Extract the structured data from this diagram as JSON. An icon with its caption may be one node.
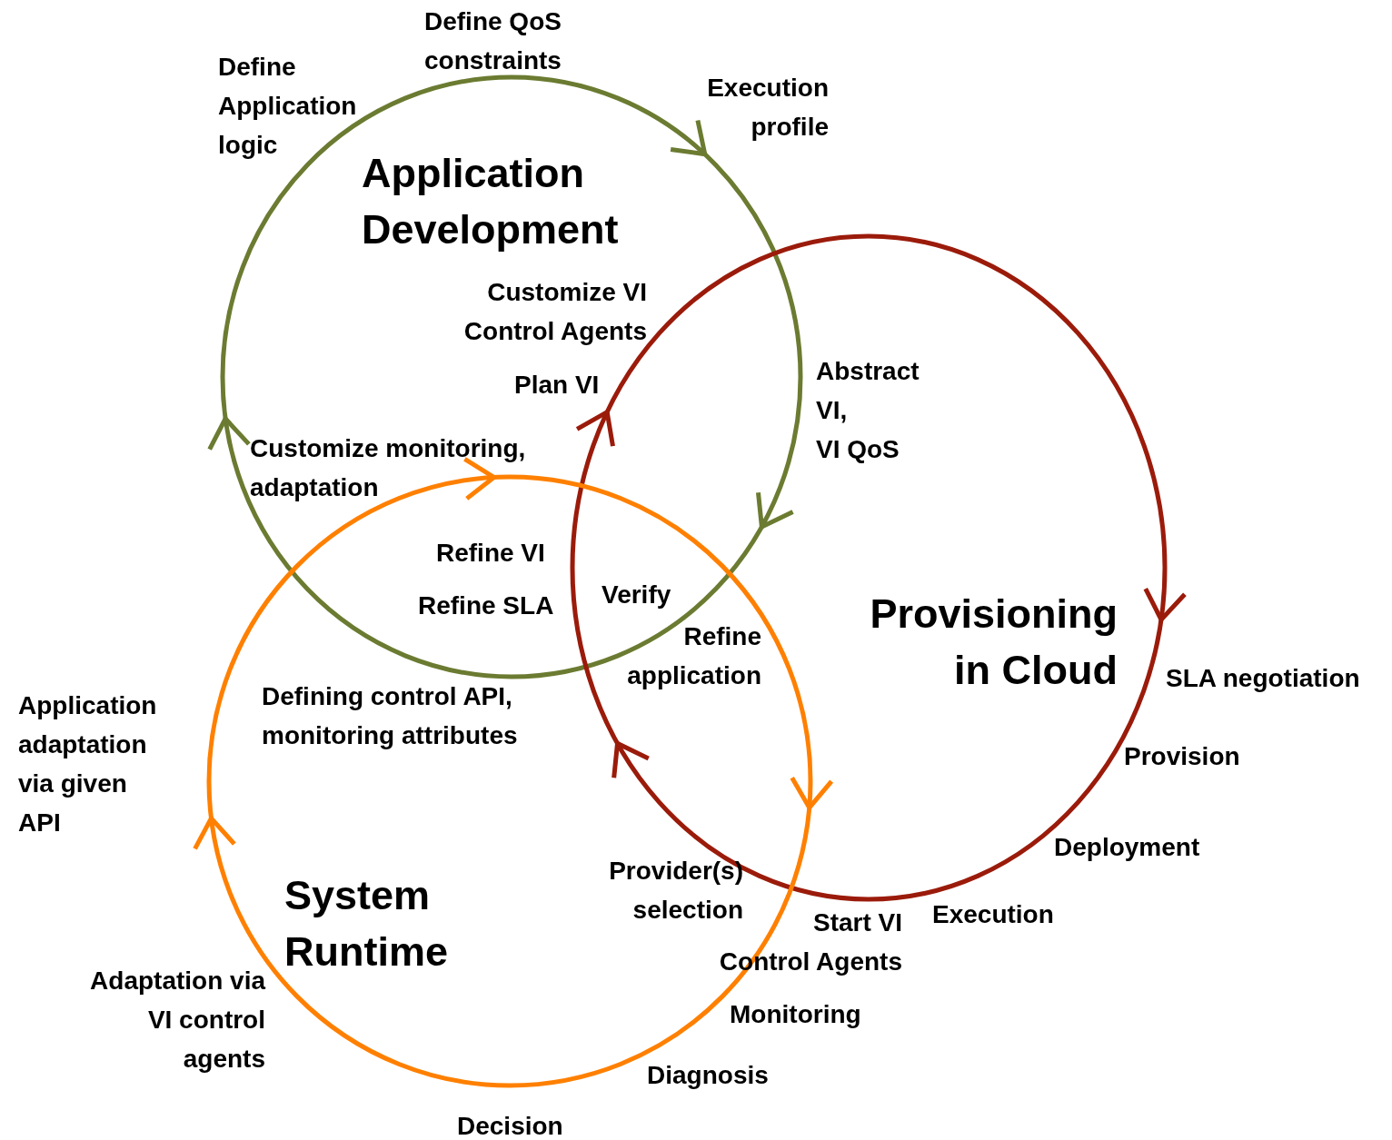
{
  "diagram": {
    "nodes": [
      {
        "text": [
          "Application Development"
        ]
      },
      {
        "text": [
          "Provisioning in Cloud"
        ]
      },
      {
        "text": [
          "System Runtime"
        ]
      }
    ],
    "labels": [
      "Define Application logic",
      "Define QoS constraints",
      "Execution profile",
      "Customize VI Control Agents",
      "Plan VI",
      "Abstract VI, VI QoS",
      "Customize monitoring, adaptation",
      "Refine VI",
      "Refine SLA",
      "Verify",
      "Refine application",
      "Defining control API, monitoring attributes",
      "Application adaptation via given API",
      "SLA negotiation",
      "Provision",
      "Deployment",
      "Execution",
      "Provider(s) selection",
      "Start VI Control Agents",
      "Monitoring",
      "Diagnosis",
      "Decision",
      "Adaptation via VI control agents"
    ]
  }
}
